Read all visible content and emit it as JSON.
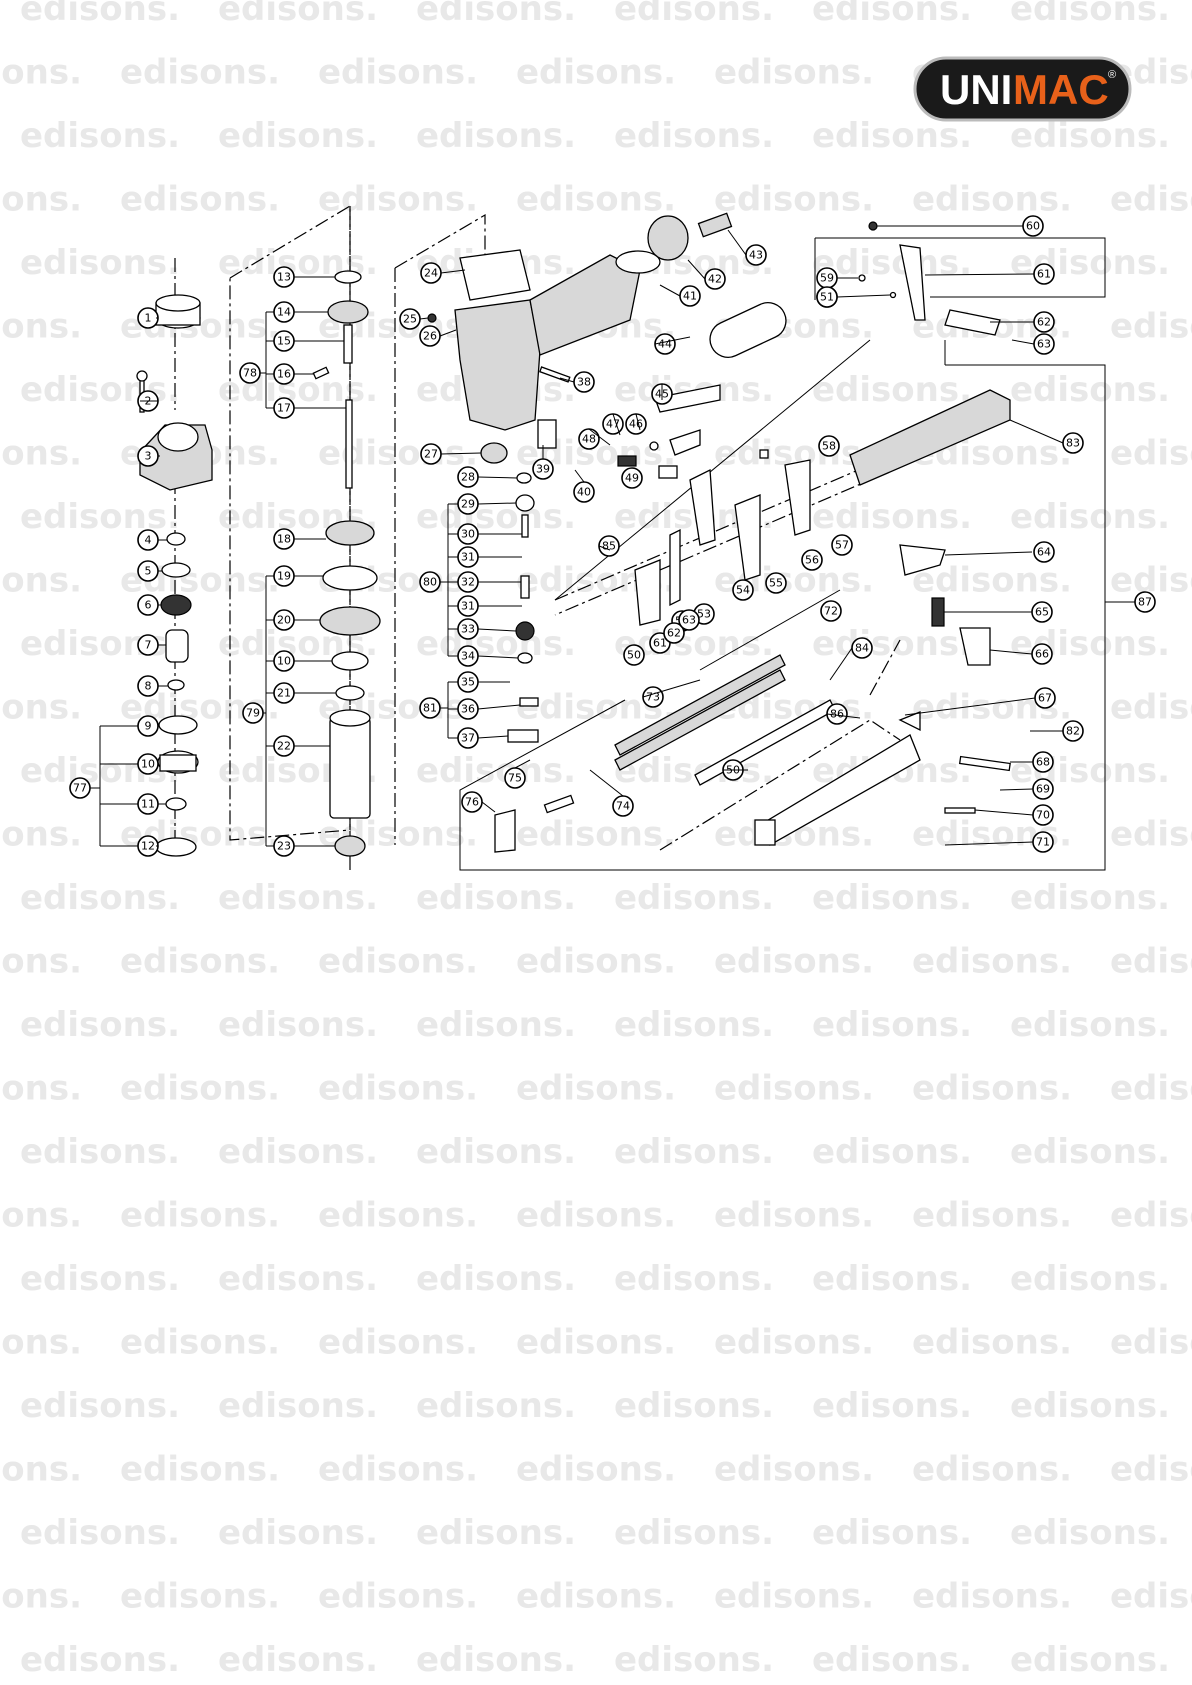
{
  "brand": {
    "logo_text_uni": "UNI",
    "logo_text_mac": "MAC",
    "registered_mark": "®",
    "logo_bg_color": "#1a1a1a",
    "uni_color": "#ffffff",
    "mac_color": "#e8611a"
  },
  "watermark": {
    "text": "edisons.",
    "color": "#e8e8e8"
  },
  "callouts": [
    "1",
    "2",
    "3",
    "4",
    "5",
    "6",
    "7",
    "8",
    "9",
    "10",
    "11",
    "12",
    "13",
    "14",
    "15",
    "16",
    "17",
    "18",
    "19",
    "20",
    "10",
    "21",
    "22",
    "23",
    "24",
    "25",
    "26",
    "27",
    "28",
    "29",
    "30",
    "31",
    "32",
    "31",
    "33",
    "34",
    "35",
    "36",
    "37",
    "38",
    "39",
    "40",
    "41",
    "42",
    "43",
    "44",
    "45",
    "46",
    "47",
    "48",
    "49",
    "50",
    "51",
    "52",
    "53",
    "54",
    "55",
    "56",
    "57",
    "58",
    "59",
    "51",
    "60",
    "61",
    "62",
    "63",
    "64",
    "65",
    "66",
    "67",
    "68",
    "69",
    "70",
    "71",
    "72",
    "73",
    "74",
    "75",
    "76",
    "77",
    "78",
    "79",
    "80",
    "81",
    "82",
    "83",
    "84",
    "85",
    "86",
    "87",
    "50",
    "61",
    "62",
    "63"
  ],
  "callout_icon": "numbered-circle-icon"
}
